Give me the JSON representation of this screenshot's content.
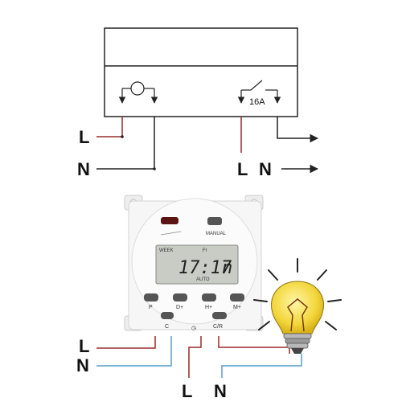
{
  "schematic": {
    "rating": "16A",
    "left_labels": {
      "live": "L",
      "neutral": "N"
    },
    "right_labels": {
      "live": "L",
      "neutral": "N"
    }
  },
  "device": {
    "manual_label": "MANUAL",
    "lcd": {
      "day_label": "WEEK",
      "day_value": "Fr",
      "time": "17:17",
      "suffix": "n",
      "mode": "AUTO"
    },
    "buttons": [
      "P",
      "D+",
      "H+",
      "M+"
    ],
    "bottom_buttons": {
      "clear": "C",
      "clock": "◷",
      "cr": "C/R"
    }
  },
  "wiring": {
    "left_labels": {
      "live": "L",
      "neutral": "N"
    },
    "bottom_labels": {
      "live": "L",
      "neutral": "N"
    }
  },
  "colors": {
    "live": "#9b2a2a",
    "neutral": "#5a9ec9",
    "line": "#222222",
    "bulb": "#f2d63a"
  }
}
